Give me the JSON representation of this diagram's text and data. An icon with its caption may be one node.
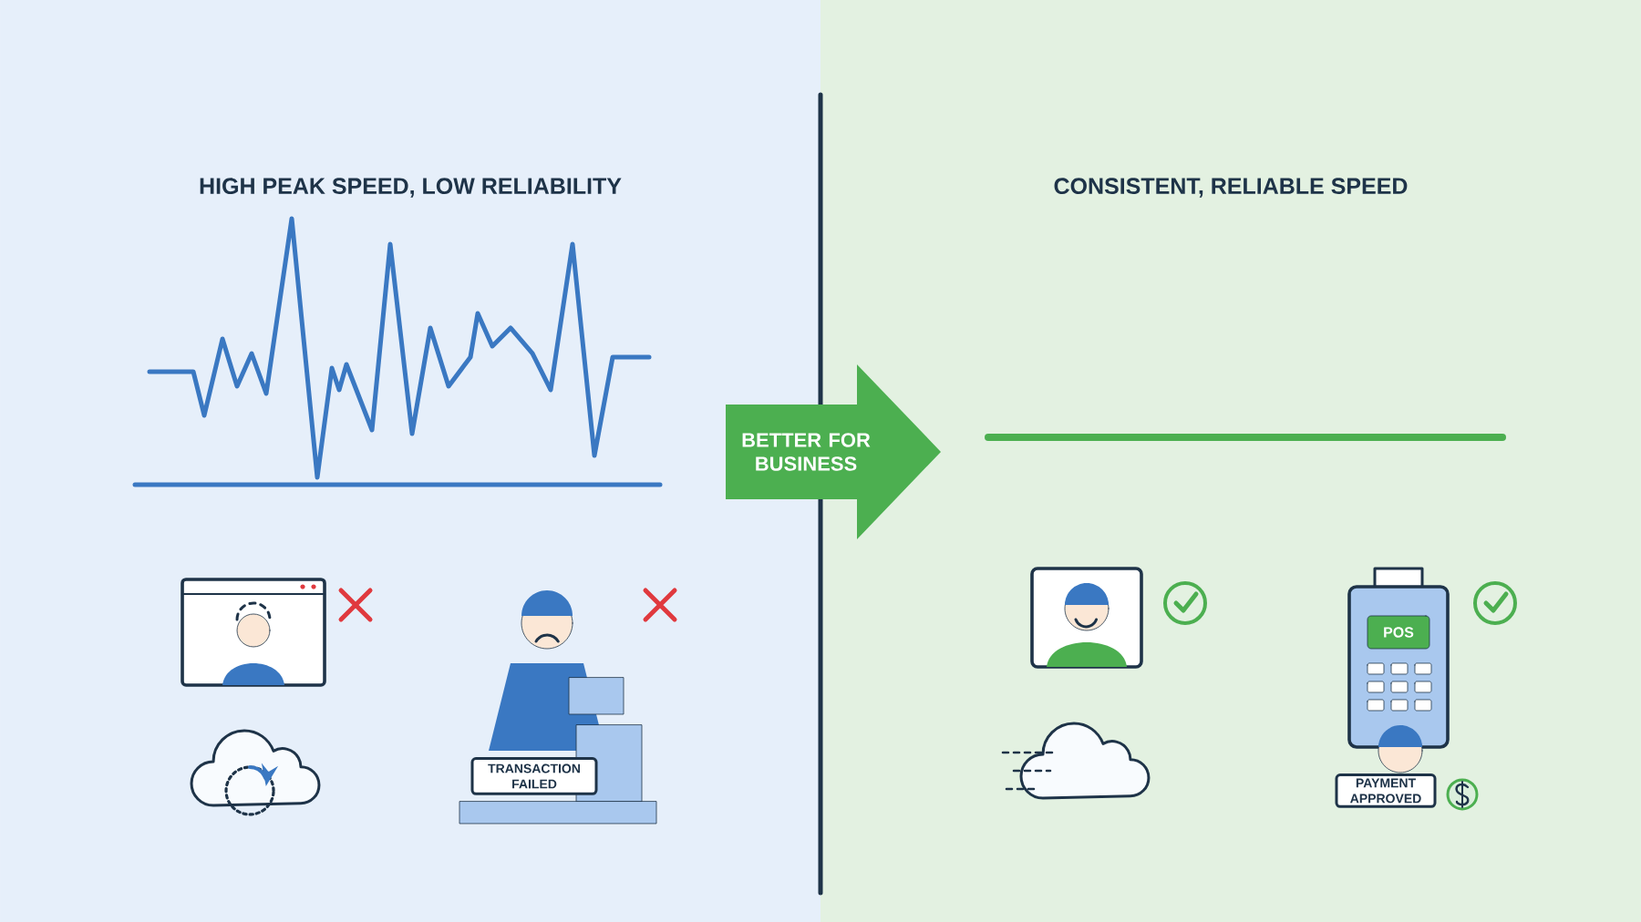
{
  "diagram": {
    "nodes": [
      {
        "text": [
          "BETTER FOR BUSINESS"
        ]
      },
      {
        "text": [
          "TRANSACTION FAILED"
        ]
      },
      {
        "text": [
          "POS"
        ]
      },
      {
        "text": [
          "PAYMENT APPROVED"
        ]
      }
    ],
    "labels": [
      "HIGH PEAK SPEED, LOW RELIABILITY",
      "CONSISTENT, RELIABLE SPEED"
    ]
  }
}
